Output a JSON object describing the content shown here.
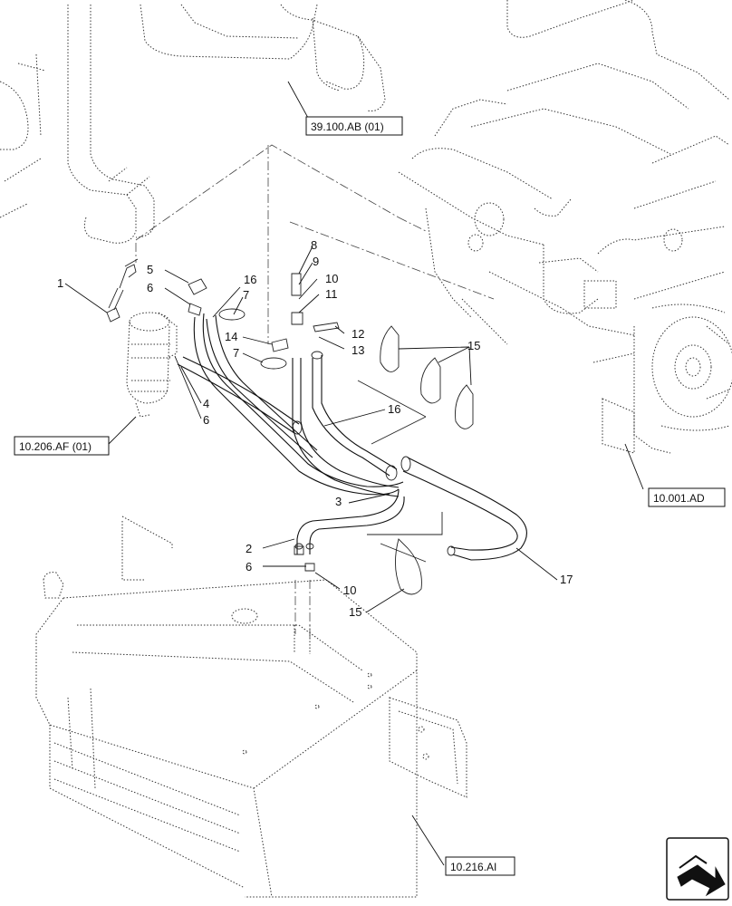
{
  "callouts": {
    "c1": "1",
    "c2": "2",
    "c3": "3",
    "c4": "4",
    "c5": "5",
    "c6a": "6",
    "c6b": "6",
    "c6c": "6",
    "c7a": "7",
    "c7b": "7",
    "c8": "8",
    "c9": "9",
    "c10a": "10",
    "c10b": "10",
    "c11": "11",
    "c12": "12",
    "c13": "13",
    "c14": "14",
    "c15a": "15",
    "c15b": "15",
    "c16a": "16",
    "c16b": "16",
    "c17": "17"
  },
  "references": {
    "upper_frame": "39.100.AB (01)",
    "fuel_filter": "10.206.AF (01)",
    "engine": "10.001.AD",
    "fuel_tank": "10.216.AI"
  },
  "nav_icon": "next-page-arrow-icon"
}
